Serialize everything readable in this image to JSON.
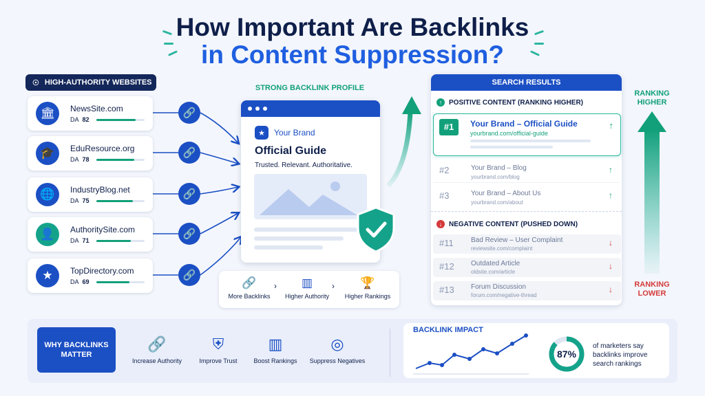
{
  "title_line1": "How Important Are Backlinks",
  "title_line2": "in Content Suppression?",
  "sources": {
    "header": "HIGH-AUTHORITY WEBSITES",
    "sites": [
      {
        "name": "NewsSite.com",
        "da_label": "DA",
        "da": "82",
        "icon": "bank-icon"
      },
      {
        "name": "EduResource.org",
        "da_label": "DA",
        "da": "78",
        "icon": "graduation-cap-icon"
      },
      {
        "name": "IndustryBlog.net",
        "da_label": "DA",
        "da": "75",
        "icon": "globe-icon"
      },
      {
        "name": "AuthoritySite.com",
        "da_label": "DA",
        "da": "71",
        "icon": "user-icon"
      },
      {
        "name": "TopDirectory.com",
        "da_label": "DA",
        "da": "69",
        "icon": "star-icon"
      }
    ]
  },
  "profile": {
    "label": "STRONG BACKLINK PROFILE",
    "brand": "Your Brand",
    "heading": "Official Guide",
    "tagline": "Trusted. Relevant. Authoritative."
  },
  "flow": {
    "steps": [
      "More Backlinks",
      "Higher Authority",
      "Higher Rankings"
    ]
  },
  "results": {
    "header": "SEARCH RESULTS",
    "positive_label": "POSITIVE CONTENT (RANKING HIGHER)",
    "positive": [
      {
        "rank": "#1",
        "title": "Your Brand – Official Guide",
        "url": "yourbrand.com/official-guide"
      },
      {
        "rank": "#2",
        "title": "Your Brand – Blog",
        "url": "yourbrand.com/blog"
      },
      {
        "rank": "#3",
        "title": "Your Brand – About Us",
        "url": "yourbrand.com/about"
      }
    ],
    "negative_label": "NEGATIVE CONTENT (PUSHED DOWN)",
    "negative": [
      {
        "rank": "#11",
        "title": "Bad Review – User Complaint",
        "url": "reviewsite.com/complaint"
      },
      {
        "rank": "#12",
        "title": "Outdated Article",
        "url": "oldsite.com/article"
      },
      {
        "rank": "#13",
        "title": "Forum Discussion",
        "url": "forum.com/negative-thread"
      }
    ]
  },
  "ranking_higher": "RANKING HIGHER",
  "ranking_lower": "RANKING LOWER",
  "colors": {
    "primary": "#1b4fc4",
    "navy": "#0f1f4a",
    "green": "#12a07a",
    "red": "#d43a3a"
  },
  "why": {
    "label": "WHY BACKLINKS MATTER",
    "items": [
      {
        "label": "Increase Authority",
        "icon": "link-icon"
      },
      {
        "label": "Improve Trust",
        "icon": "shield-check-icon"
      },
      {
        "label": "Boost Rankings",
        "icon": "bar-chart-icon"
      },
      {
        "label": "Suppress Negatives",
        "icon": "target-icon"
      }
    ]
  },
  "impact": {
    "label": "BACKLINK IMPACT",
    "percent": "87%",
    "percent_value": 87,
    "caption": "of marketers say backlinks improve search rankings"
  }
}
